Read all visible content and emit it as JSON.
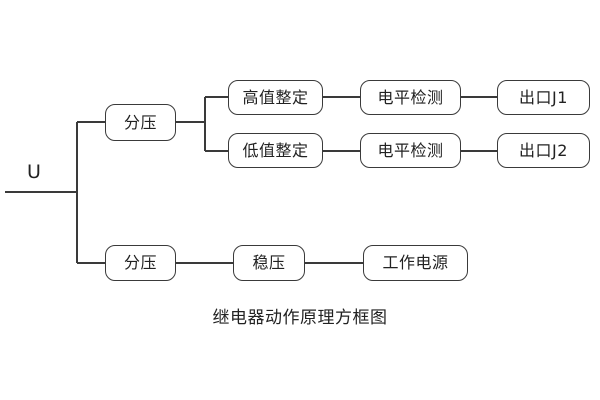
{
  "diagram": {
    "caption": "继电器动作原理方框图",
    "input": {
      "label": "U",
      "name": "input-voltage"
    },
    "colors": {
      "background": "#ffffff",
      "line": "#3a3a3a",
      "box_border": "#3a3a3a",
      "box_fill": "#ffffff",
      "text": "#222222"
    },
    "nodes": {
      "divider_upper": "分压",
      "high_set": "高值整定",
      "low_set": "低值整定",
      "level_detect_1": "电平检测",
      "level_detect_2": "电平检测",
      "output_j1": "出口J1",
      "output_j2": "出口J2",
      "divider_lower": "分压",
      "regulator": "稳压",
      "work_supply": "工作电源"
    }
  }
}
